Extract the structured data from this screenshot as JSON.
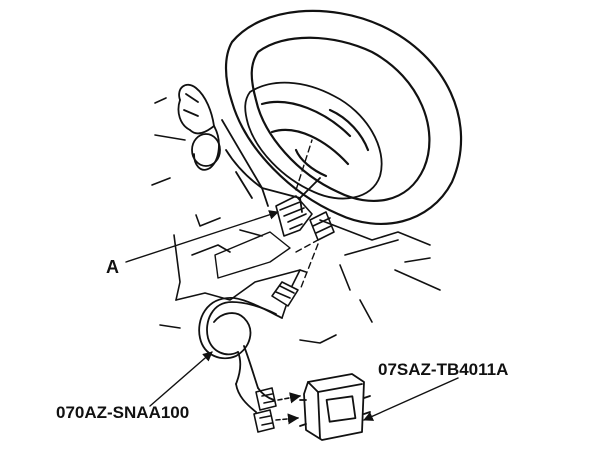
{
  "callouts": {
    "connector_label": "A",
    "cable_part_number": "070AZ-SNAA100",
    "box_part_number": "07SAZ-TB4011A"
  },
  "colors": {
    "line": "#111111",
    "background": "#ffffff"
  }
}
